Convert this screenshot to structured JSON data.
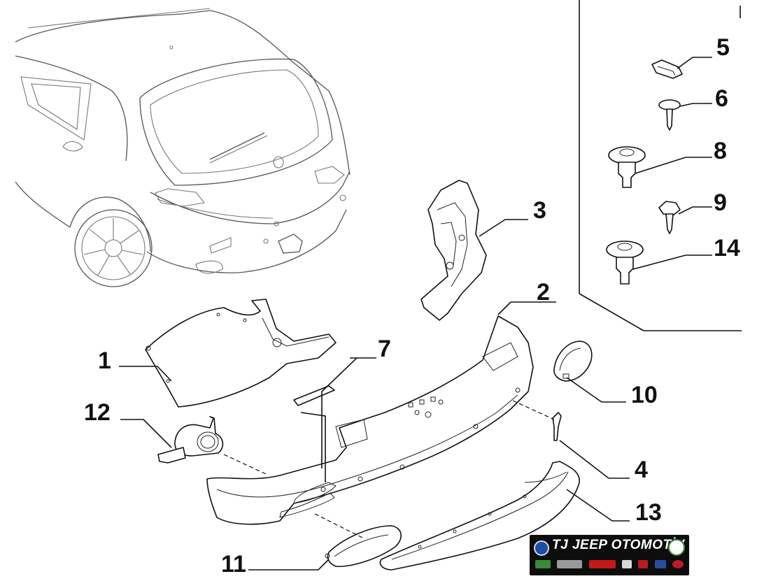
{
  "diagram": {
    "part_labels": [
      "1",
      "2",
      "3",
      "4",
      "5",
      "6",
      "7",
      "8",
      "9",
      "10",
      "11",
      "12",
      "13",
      "14"
    ]
  },
  "watermark": {
    "text": "TJ JEEP OTOMOTİV"
  },
  "colors": {
    "line": "#111111",
    "background": "#ffffff",
    "logo_background": "#0d0d0d"
  }
}
